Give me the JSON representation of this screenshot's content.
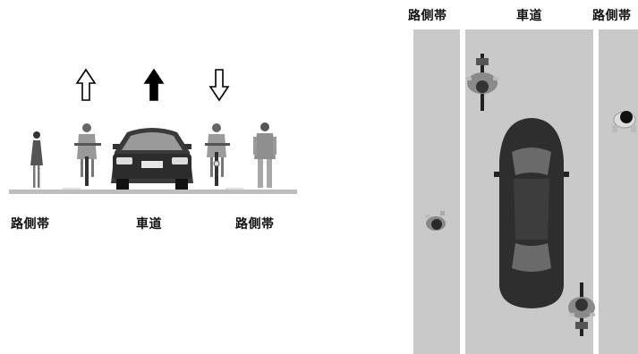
{
  "side_view": {
    "labels": {
      "left_shoulder": "路側帯",
      "roadway": "車道",
      "right_shoulder": "路側帯"
    },
    "arrows": [
      {
        "direction": "up",
        "style": "outline"
      },
      {
        "direction": "up",
        "style": "solid"
      },
      {
        "direction": "down",
        "style": "outline"
      }
    ],
    "figures": [
      "pedestrian-woman",
      "cyclist-rear",
      "car-front",
      "cyclist-front",
      "pedestrian-man"
    ]
  },
  "top_view": {
    "labels": {
      "left_shoulder": "路側帯",
      "roadway": "車道",
      "right_shoulder": "路側帯"
    },
    "figures": [
      "cyclist-top",
      "car-top",
      "pedestrian-top-left",
      "pedestrian-top-right",
      "cyclist-top-bottom"
    ]
  },
  "colors": {
    "road_gray": "#c9c9c9",
    "ground_gray": "#bdbdbd",
    "car_body": "#2e2e2e"
  }
}
